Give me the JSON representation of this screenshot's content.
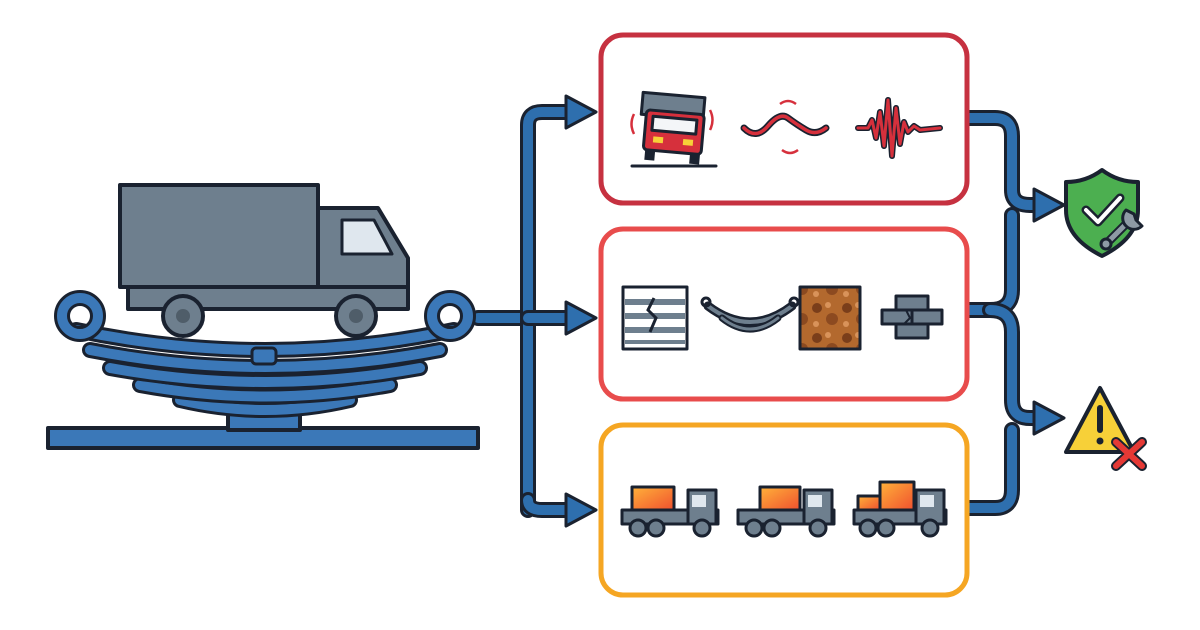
{
  "colors": {
    "background": "#ffffff",
    "outline": "#1a2230",
    "flow_blue": "#2e6fae",
    "spring_blue": "#3b78b8",
    "truck_gray": "#6e7f8e",
    "red_group": "#c63140",
    "coral_group": "#e84c4c",
    "orange_group": "#f5a623",
    "ok_green": "#4caf50",
    "warning_yellow": "#f7d038",
    "fail_red": "#e53935"
  },
  "source": {
    "icons": [
      "box-truck-icon",
      "leaf-spring-icon",
      "ground-base-icon"
    ]
  },
  "groups": [
    {
      "id": "dynamic-loading",
      "color": "#c63140",
      "icons": [
        "tilting-truck-icon",
        "damped-wave-icon",
        "vibration-signal-icon"
      ]
    },
    {
      "id": "spring-condition",
      "color": "#e84c4c",
      "icons": [
        "cracked-leaf-icon",
        "curved-leaf-spring-icon",
        "rust-corrosion-icon",
        "broken-brick-icon"
      ]
    },
    {
      "id": "load-levels",
      "color": "#f5a623",
      "icons": [
        "truck-small-load-icon",
        "truck-medium-load-icon",
        "truck-heavy-load-icon"
      ]
    }
  ],
  "outcomes": [
    {
      "id": "pass",
      "icon": "shield-check-wrench-icon"
    },
    {
      "id": "fail",
      "icon": "warning-cross-icon"
    }
  ]
}
